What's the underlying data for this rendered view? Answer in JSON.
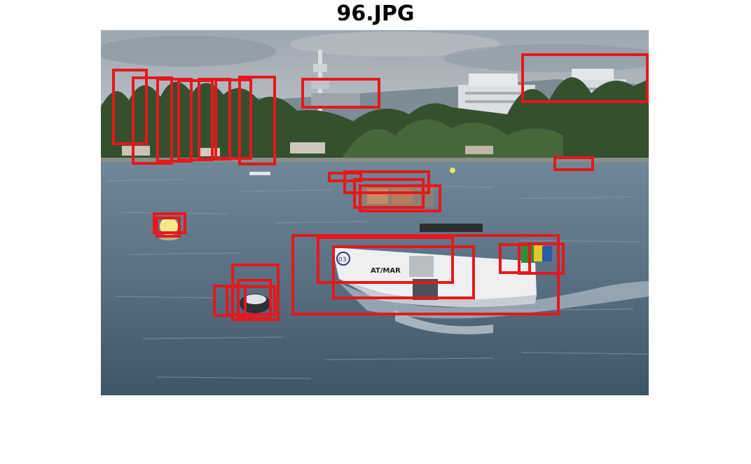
{
  "figure": {
    "title": "96.JPG"
  },
  "colors": {
    "box_stroke": "#e8161d",
    "sky": "#a9b3bd",
    "water": "#5a7284",
    "trees": "#2f4a2a",
    "boat_hull": "#efeff0"
  },
  "scene": {
    "subject": "white racing boat on a lake with lakeside trees and buildings",
    "boat_number": "03",
    "boat_lettering": "AT/MAR"
  }
}
